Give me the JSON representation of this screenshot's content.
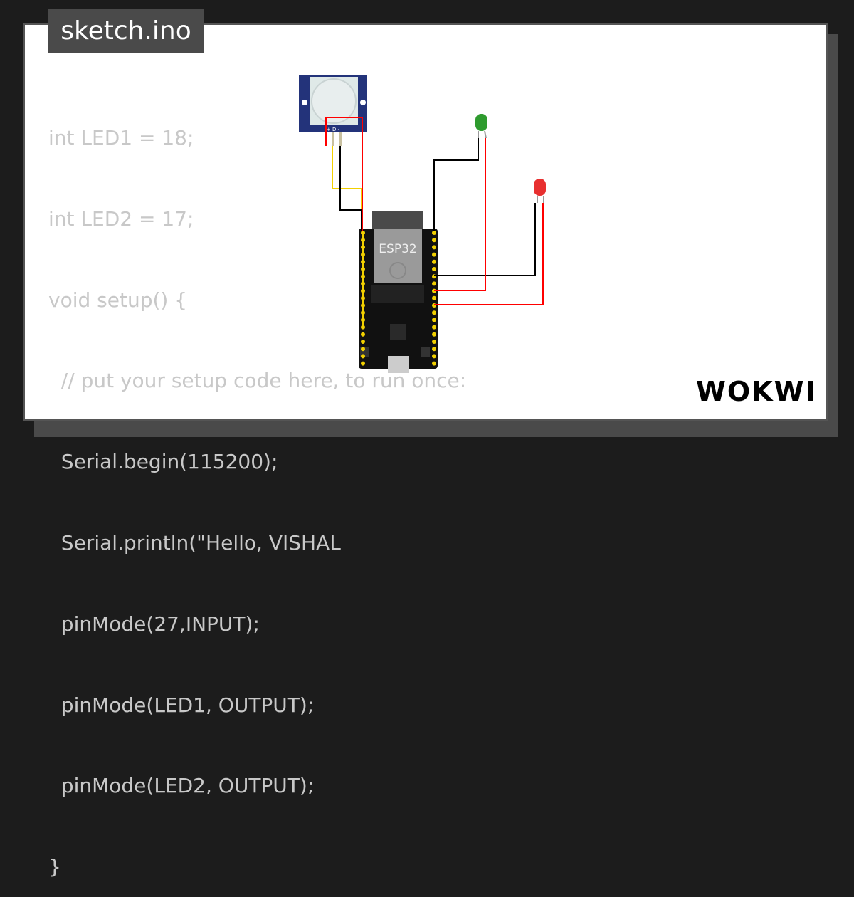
{
  "file_tab": {
    "label": "sketch.ino"
  },
  "code_lines": [
    "int LED1 = 18;",
    "int LED2 = 17;",
    "void setup() {",
    "  // put your setup code here, to run once:",
    "  Serial.begin(115200);",
    "  Serial.println(\"Hello, VISHAL",
    "  pinMode(27,INPUT);",
    "  pinMode(LED1, OUTPUT);",
    "  pinMode(LED2, OUTPUT);",
    "}"
  ],
  "board": {
    "label": "ESP32"
  },
  "pir": {
    "pins": "+ D -"
  },
  "leds": [
    {
      "color": "green"
    },
    {
      "color": "red"
    }
  ],
  "colors": {
    "wire_red": "#ff0000",
    "wire_black": "#000000",
    "wire_yellow": "#ffd700",
    "pir_blue": "#23337a",
    "led_green": "#2e9b2e",
    "led_red": "#e83030"
  },
  "logo": {
    "text": "WOKWI"
  }
}
